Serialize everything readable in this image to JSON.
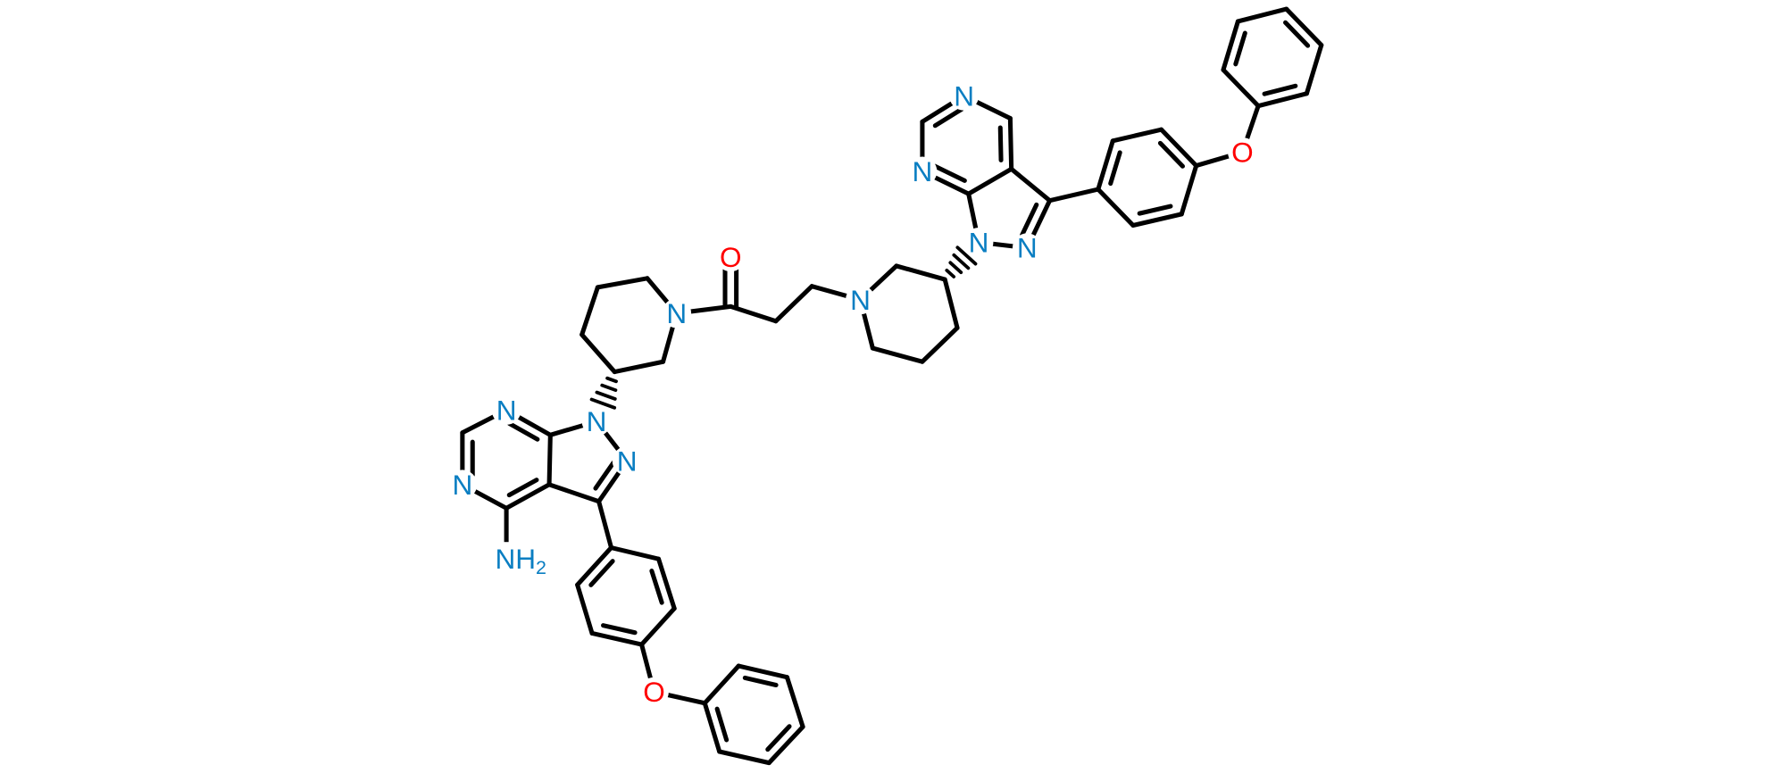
{
  "title": "Bis-ibrutinib-type dimer structure",
  "colors": {
    "bond": "#000000",
    "nitrogen": "#0a7ec2",
    "oxygen": "#ff0000",
    "background": "#ffffff"
  },
  "atom_labels": {
    "n": "N",
    "o": "O",
    "nh2_main": "NH",
    "nh2_sub": "2"
  }
}
